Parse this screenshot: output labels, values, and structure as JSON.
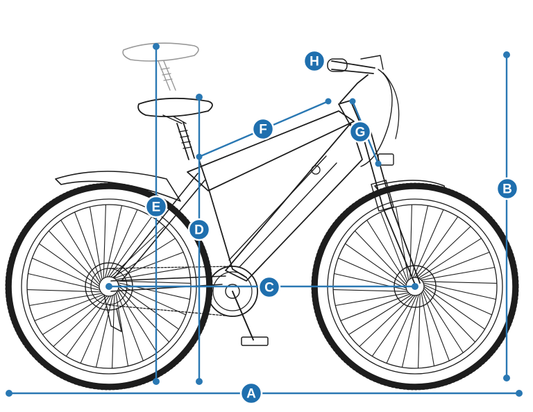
{
  "diagram": {
    "labels": {
      "A": "A",
      "B": "B",
      "C": "C",
      "D": "D",
      "E": "E",
      "F": "F",
      "G": "G",
      "H": "H"
    },
    "colors": {
      "dimension_line": "#2a78b3",
      "badge_fill": "#1f6fae",
      "badge_text": "#ffffff",
      "line_art": "#1d1d1d",
      "background": "#ffffff"
    }
  }
}
